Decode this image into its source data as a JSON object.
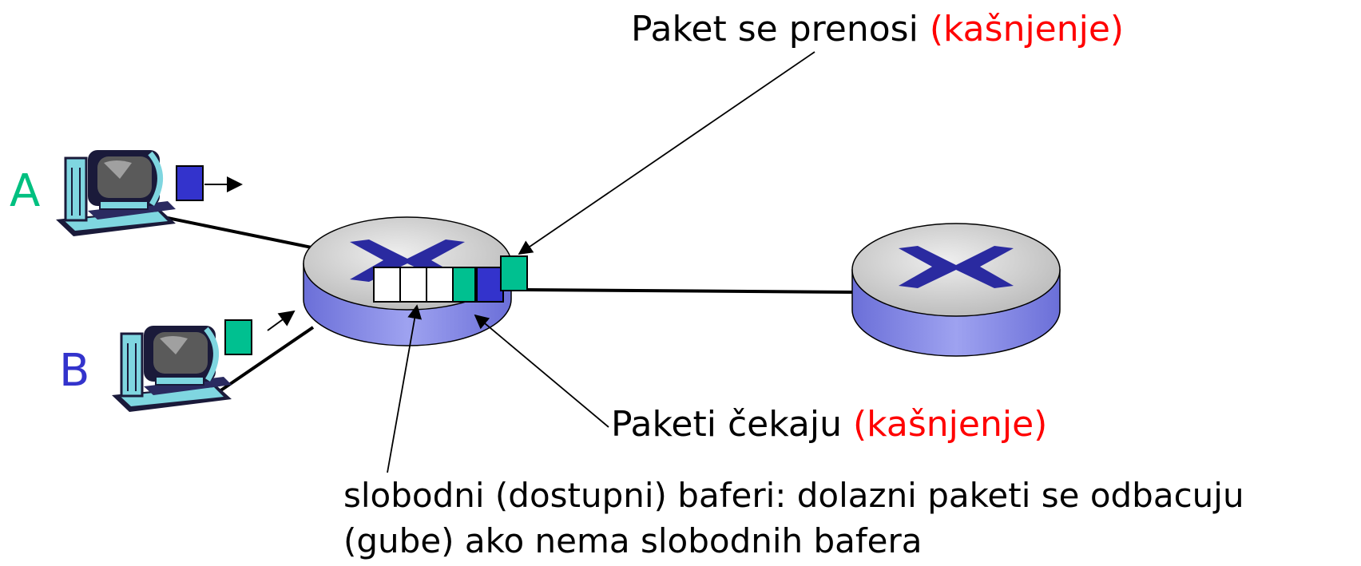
{
  "hosts": {
    "a": {
      "label": "A",
      "color": "#00c080"
    },
    "b": {
      "label": "B",
      "color": "#3333cc"
    }
  },
  "labels": {
    "transmitting_main": "Paket se prenosi",
    "transmitting_delay": "(kašnjenje)",
    "queueing_main": "Paketi čekaju",
    "queueing_delay": "(kašnjenje)",
    "buffers_line1": "slobodni (dostupni) baferi: dolazni paketi se odbacuju",
    "buffers_line2": "(gube) ako nema slobodnih bafera"
  },
  "colors": {
    "packet_a": "#3333cc",
    "packet_b": "#00c090",
    "router_top": "#c8c8c8",
    "router_side": "#7b7fe0",
    "router_x": "#2a2aa0",
    "delay_text": "#ff0000"
  }
}
